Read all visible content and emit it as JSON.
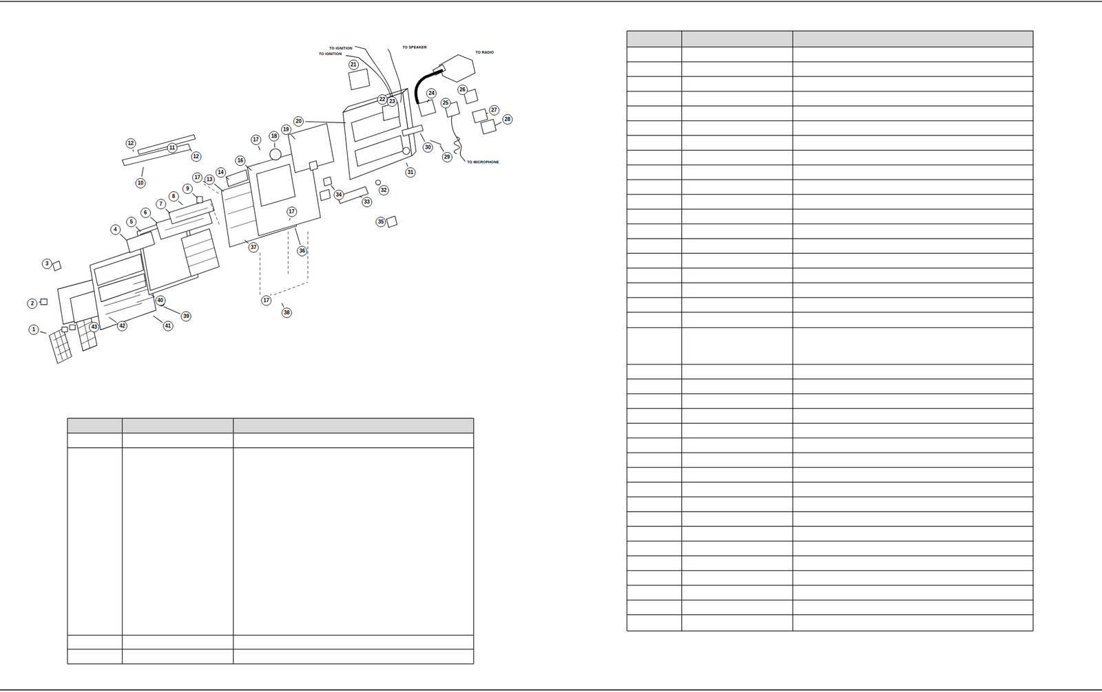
{
  "diagram": {
    "labels": [
      "TO IGNITION",
      "TO IGNITION",
      "TO SPEAKER",
      "TO RADIO",
      "TO MICROPHONE",
      "1",
      "2",
      "3",
      "4",
      "5",
      "6",
      "7",
      "8",
      "9",
      "10",
      "11",
      "12",
      "12",
      "13",
      "14",
      "16",
      "17",
      "17",
      "17",
      "17",
      "18",
      "19",
      "20",
      "21",
      "22",
      "23",
      "24",
      "25",
      "26",
      "27",
      "28",
      "29",
      "30",
      "31",
      "32",
      "33",
      "34",
      "35",
      "36",
      "37",
      "38",
      "39",
      "40",
      "41",
      "42",
      "43"
    ]
  }
}
